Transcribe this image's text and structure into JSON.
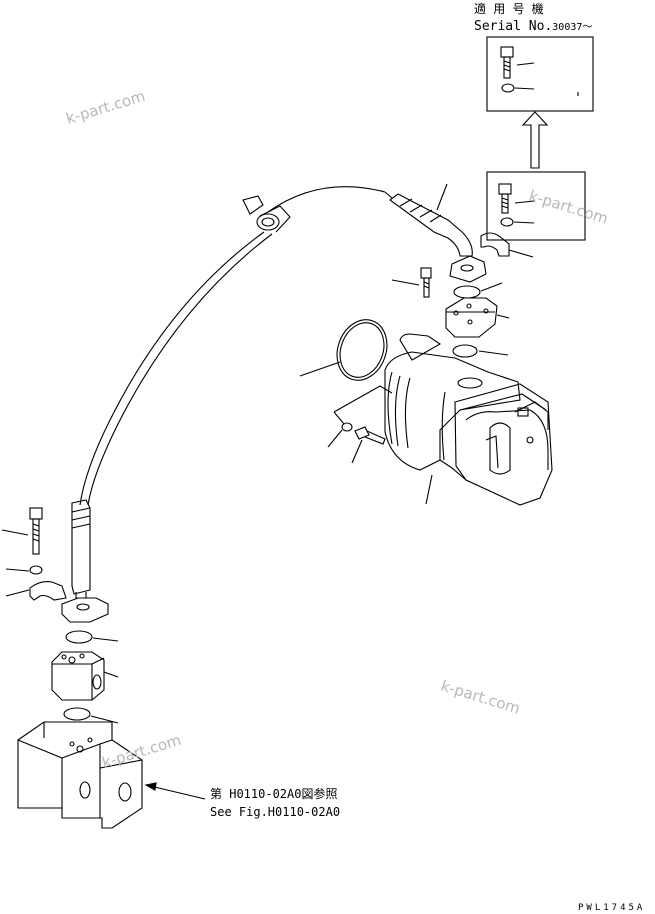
{
  "serial_note": {
    "line1": "適 用 号 機",
    "line2_prefix": "Serial No.",
    "line2_number": "30037～"
  },
  "reference_note": {
    "ja": "第 H0110-02A0図参照",
    "en": "See Fig.H0110-02A0"
  },
  "drawing_code": "PWL1745A",
  "watermarks": [
    "k-part.com",
    "k-part.com",
    "k-part.com",
    "k-part.com"
  ],
  "colors": {
    "ink": "#000000",
    "watermark": "#b8b8b8",
    "background": "#ffffff"
  }
}
